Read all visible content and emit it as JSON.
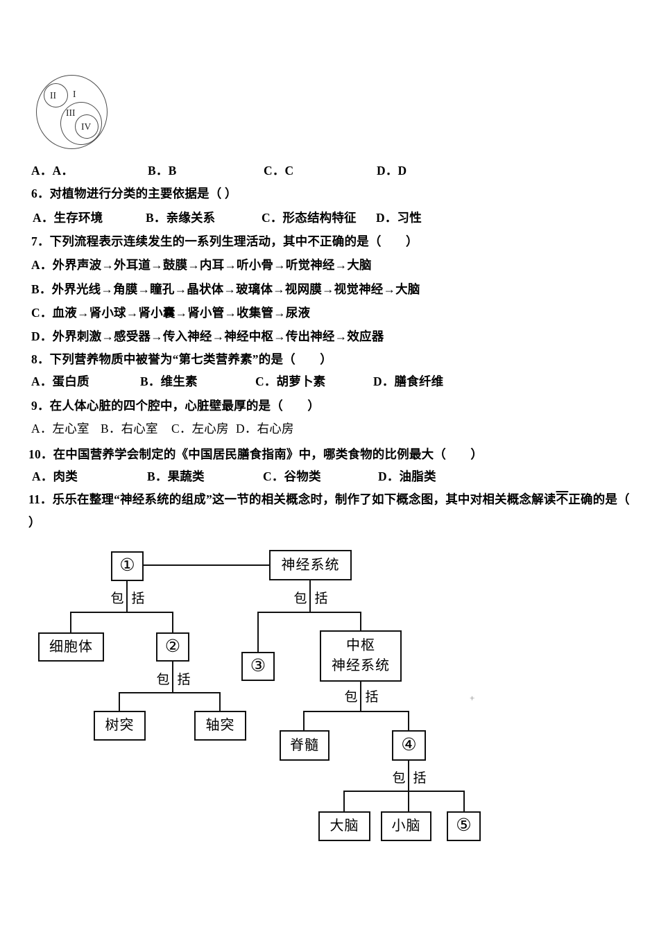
{
  "venn": {
    "label_i": "I",
    "label_ii": "II",
    "label_iii": "III",
    "label_iv": "IV"
  },
  "answer_row": {
    "a": "A．A．",
    "b": "B．B",
    "c": "C．C",
    "d": "D．D"
  },
  "q6": {
    "stem": "6．对植物进行分类的主要依据是（ ）",
    "a": "A．生存环境",
    "b": "B．亲缘关系",
    "c": "C．形态结构特征",
    "d": "D．习性"
  },
  "q7": {
    "stem": "7．下列流程表示连续发生的一系列生理活动，其中不正确的是（　　）",
    "a": "A．外界声波→外耳道→鼓膜→内耳→听小骨→听觉神经→大脑",
    "b": "B．外界光线→角膜→瞳孔→晶状体→玻璃体→视网膜→视觉神经→大脑",
    "c": "C．血液→肾小球→肾小囊→肾小管→收集管→尿液",
    "d": "D．外界刺激→感受器→传入神经→神经中枢→传出神经→效应器"
  },
  "q8": {
    "stem": "8．下列营养物质中被誉为“第七类营养素”的是（　　）",
    "a": "A．蛋白质",
    "b": "B．维生素",
    "c": "C．胡萝卜素",
    "d": "D．膳食纤维"
  },
  "q9": {
    "stem": "9．在人体心脏的四个腔中，心脏壁最厚的是（　　）",
    "a": "A．左心室",
    "b": "B．右心室",
    "c": "C．左心房",
    "d": "D．右心房"
  },
  "q10": {
    "stem": "10．在中国营养学会制定的《中国居民膳食指南》中，哪类食物的比例最大（　　）",
    "a": "A．肉类",
    "b": "B．果蔬类",
    "c": "C．谷物类",
    "d": "D．油脂类"
  },
  "q11": {
    "stem_before": "11．乐乐在整理“神经系统的组成”这一节的相关概念时，制作了如下概念图，其中对相关概念解读",
    "stem_emph": "不",
    "stem_after": "正确的是（",
    "line2": "）"
  },
  "concept_map": {
    "node1": "①",
    "nervous_system": "神经系统",
    "cell_body": "细胞体",
    "node2": "②",
    "node3": "③",
    "central_line1": "中枢",
    "central_line2": "神经系统",
    "dendrite": "树突",
    "axon": "轴突",
    "spinal_cord": "脊髓",
    "node4": "④",
    "cerebrum": "大脑",
    "cerebellum": "小脑",
    "node5": "⑤",
    "include_left": "包",
    "include_right": "括"
  },
  "artifacts": {
    "plus_mark": "+"
  }
}
